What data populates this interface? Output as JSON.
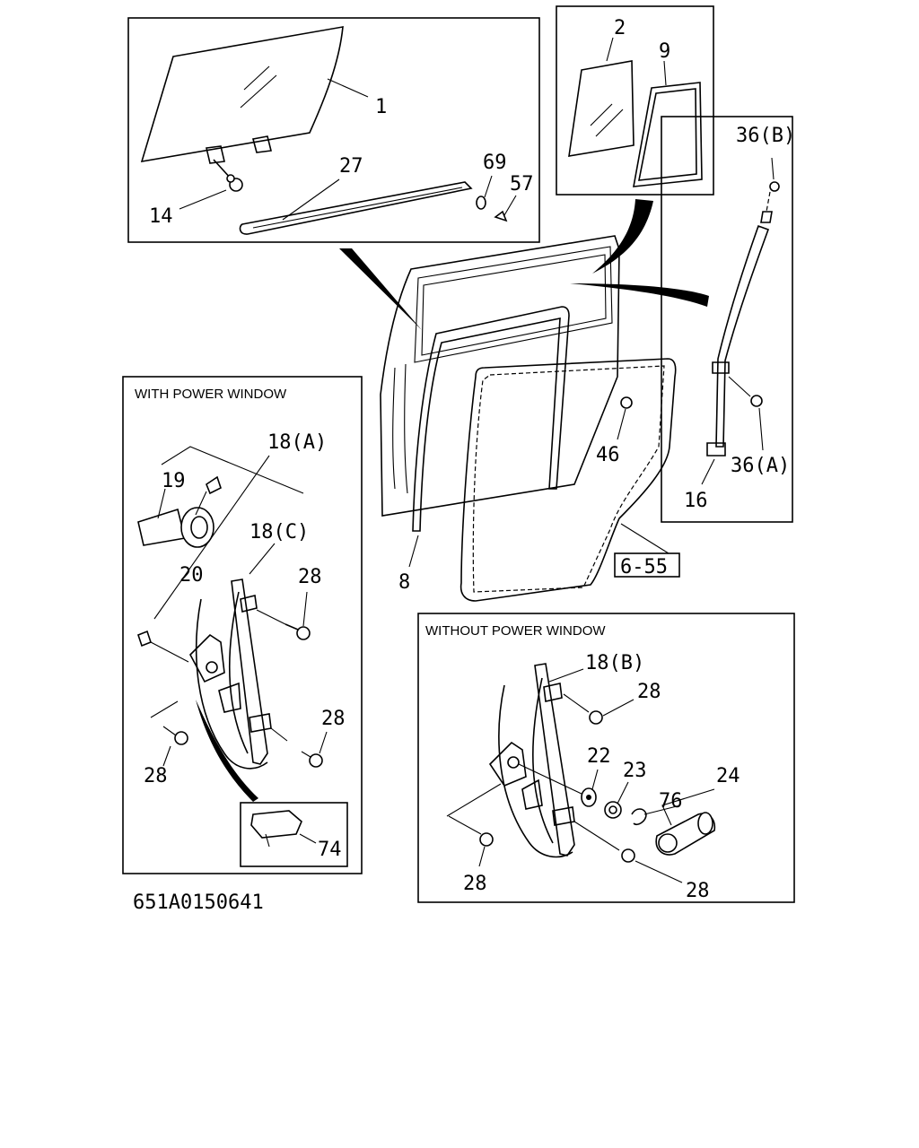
{
  "diagram": {
    "code": "651A0150641",
    "sections": {
      "with_power_window": "WITH POWER WINDOW",
      "without_power_window": "WITHOUT POWER WINDOW"
    },
    "reference_box": "6-55",
    "callouts": [
      "1",
      "2",
      "9",
      "14",
      "27",
      "69",
      "57",
      "36(B)",
      "46",
      "8",
      "16",
      "36(A)",
      "18(A)",
      "19",
      "20",
      "18(C)",
      "28",
      "28",
      "28",
      "74",
      "18(B)",
      "28",
      "22",
      "23",
      "24",
      "76",
      "28",
      "28"
    ]
  }
}
